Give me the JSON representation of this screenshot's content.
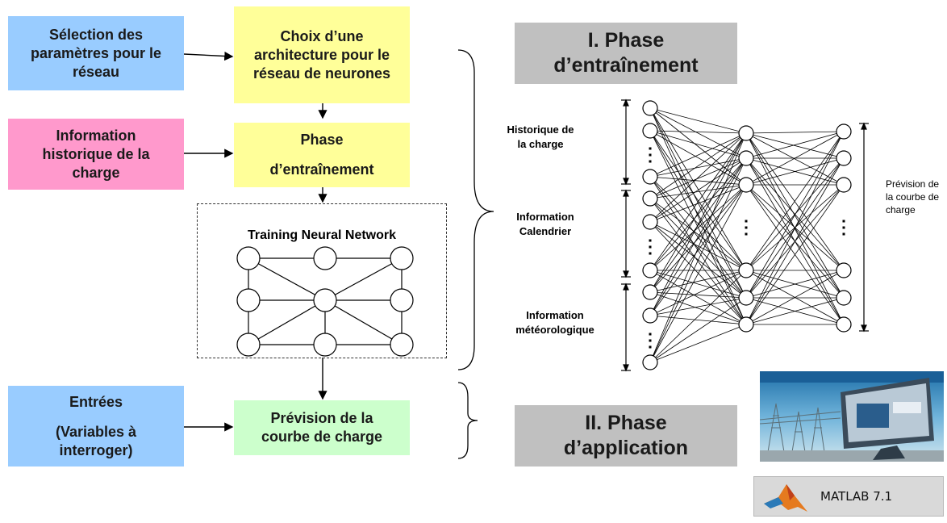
{
  "boxes": {
    "selection": "Sélection des paramètres pour le réseau",
    "choix": "Choix d’une architecture pour le réseau de neurones",
    "info_hist": "Information historique de la charge",
    "phase_entr": [
      "Phase",
      "d’entraînement"
    ],
    "entrees": [
      "Entrées",
      "(Variables à interroger)"
    ],
    "prevision": "Prévision de la courbe de charge"
  },
  "training_title": "Training Neural Network",
  "phases": {
    "phase1": [
      "I. Phase",
      "d’entraînement"
    ],
    "phase2": [
      "II. Phase",
      "d’application"
    ]
  },
  "nn_labels": {
    "historique": "Historique de la charge",
    "calendrier": "Information Calendrier",
    "meteo": "Information météorologique",
    "output": "Prévision de la courbe de charge"
  },
  "matlab": "MATLAB 7.1",
  "colors": {
    "blue": "#99ccff",
    "pink": "#ff99cc",
    "yellow": "#ffff99",
    "green": "#ccffcc",
    "gray": "#c0c0c0"
  }
}
